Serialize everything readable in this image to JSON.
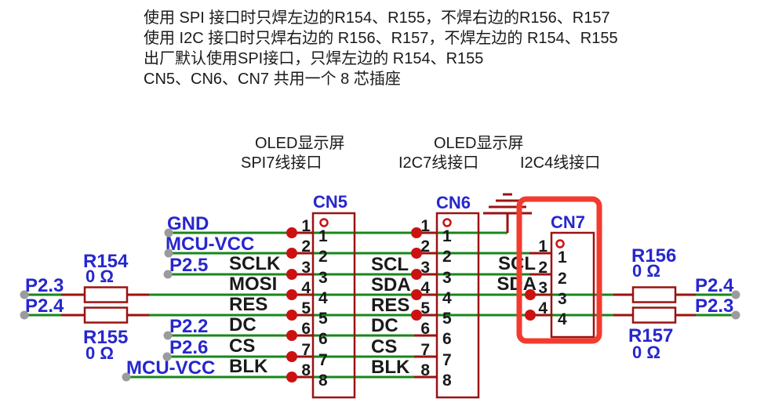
{
  "annotations": {
    "line1": "使用 SPI 接口时只焊左边的R154、R155，不焊右边的R156、R157",
    "line2": "使用 I2C 接口时只焊右边的 R156、R157，不焊左边的 R154、R155",
    "line3": "出厂默认使用SPI接口，只焊左边的 R154、R155",
    "line4": "CN5、CN6、CN7 共用一个 8 芯插座"
  },
  "section_labels": {
    "spi_title": "OLED显示屏",
    "spi_sub": "SPI7线接口",
    "i2c7_title": "OLED显示屏",
    "i2c7_sub": "I2C7线接口",
    "i2c4_sub": "I2C4线接口"
  },
  "pins": [
    "1",
    "2",
    "3",
    "4",
    "5",
    "6",
    "7",
    "8"
  ],
  "connectors": {
    "cn5": {
      "name": "CN5",
      "signals": [
        "SCLK",
        "MOSI",
        "RES",
        "DC",
        "CS",
        "BLK"
      ]
    },
    "cn6": {
      "name": "CN6",
      "signals": [
        "SCL",
        "SDA",
        "RES",
        "DC",
        "CS",
        "BLK"
      ]
    },
    "cn7": {
      "name": "CN7",
      "signals": [
        "SCL",
        "SDA"
      ]
    }
  },
  "nets": {
    "gnd": "GND",
    "mcu_vcc": "MCU-VCC",
    "p2_5": "P2.5",
    "p2_2": "P2.2",
    "p2_6": "P2.6",
    "mcu_vcc_2": "MCU-VCC",
    "p2_3_left": "P2.3",
    "p2_4_left": "P2.4",
    "p2_4_right": "P2.4",
    "p2_3_right": "P2.3"
  },
  "resistors": {
    "r154": {
      "ref": "R154",
      "value": "0 Ω"
    },
    "r155": {
      "ref": "R155",
      "value": "0 Ω"
    },
    "r156": {
      "ref": "R156",
      "value": "0 Ω"
    },
    "r157": {
      "ref": "R157",
      "value": "0 Ω"
    }
  },
  "colors": {
    "wire_green": "#17871b",
    "symbol_dark_red": "#9a1312",
    "junction_red": "#cc1111",
    "net_label_blue": "#2727cd",
    "black_text": "#1a1a1a",
    "highlight_red": "#f23b2e",
    "terminal_gray": "#9b9b9b",
    "background": "#ffffff"
  }
}
